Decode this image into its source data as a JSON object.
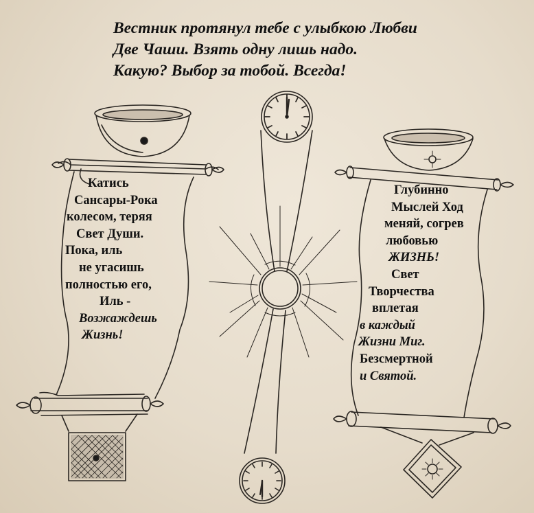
{
  "headline": {
    "lines": [
      "Вестник протянул тебе с улыбкою Любви",
      "Две Чаши. Взять одну лишь надо.",
      "Какую?  Выбор за тобой. Всегда!"
    ]
  },
  "left_scroll": {
    "lines": [
      "Катись",
      "Сансары-Рока",
      "колесом, теряя",
      "Свет Души.",
      "Пока, иль",
      "не угасишь",
      "полностью его,",
      "Иль -",
      "Возжаждешь",
      "Жизнь!"
    ]
  },
  "right_scroll": {
    "lines": [
      "Глубинно",
      "Мыслей Ход",
      "меняй, согрев",
      "любовью",
      "ЖИЗНЬ!",
      "Свет",
      "Творчества",
      "вплетая",
      "в каждый",
      "Жизни Миг.",
      "Безсмертной",
      "и Святой."
    ]
  },
  "colors": {
    "ink": "#111111",
    "pencil": "#2a2622",
    "paper": "#e9e0d0"
  }
}
